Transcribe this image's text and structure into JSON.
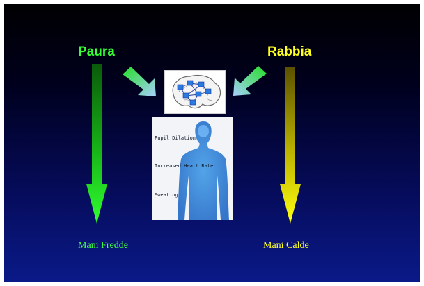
{
  "emotions": {
    "left": "Paura",
    "right": "Rabbia"
  },
  "results": {
    "left": "Mani Fredde",
    "right": "Mani Calde"
  },
  "body_labels": {
    "pupil": "Pupil Dilation",
    "heart": "Increased Heart Rate",
    "sweat": "Sweating"
  },
  "colors": {
    "fear": "#33ff33",
    "anger": "#ffff22",
    "pointer": "#a8d0ff"
  }
}
